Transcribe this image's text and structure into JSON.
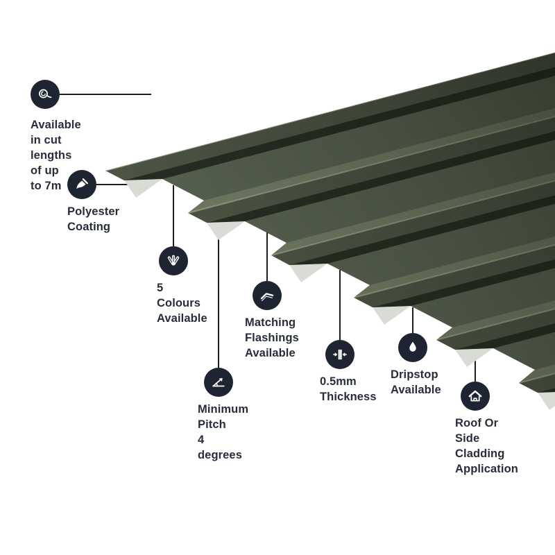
{
  "diagram": {
    "accent_navy": "#1e2431",
    "connector_color": "#1d1d1f",
    "text_color": "#272d3a",
    "sheet_colors": {
      "crest": "#4d5545",
      "shadow_slope": "#272d22",
      "valley": "#596351",
      "lit_slope": "#727c64",
      "edge_highlight": "#98a489",
      "cut_edge_underside": "#d9dbd5"
    }
  },
  "features": [
    {
      "icon": "tape-measure-icon",
      "label": "Available in cut\nlengths of up\nto 7m"
    },
    {
      "icon": "paintbrush-icon",
      "label": "Polyester\nCoating"
    },
    {
      "icon": "colour-fan-icon",
      "label": "5 Colours\nAvailable"
    },
    {
      "icon": "flashing-icon",
      "label": "Matching\nFlashings\nAvailable"
    },
    {
      "icon": "pitch-angle-icon",
      "label": "Minimum Pitch\n4 degrees"
    },
    {
      "icon": "thickness-icon",
      "label": "0.5mm\nThickness"
    },
    {
      "icon": "droplet-icon",
      "label": "Dripstop\nAvailable"
    },
    {
      "icon": "house-icon",
      "label": "Roof Or Side\nCladding\nApplication"
    }
  ]
}
